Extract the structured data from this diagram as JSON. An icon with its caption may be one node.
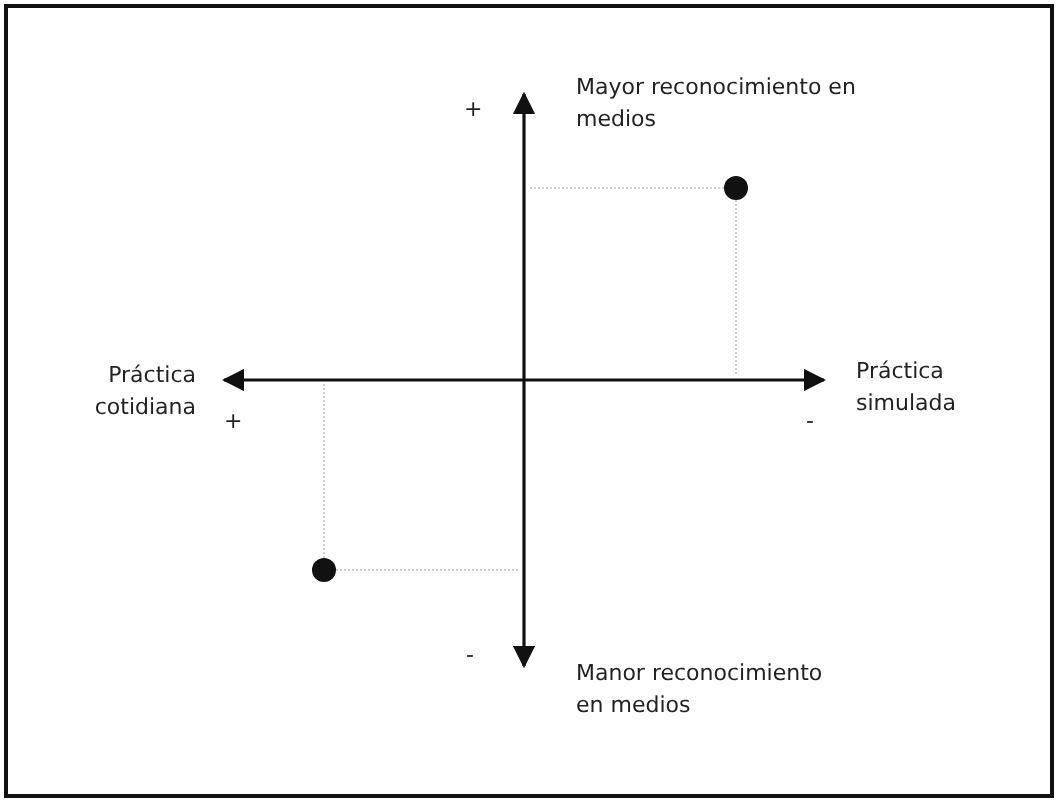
{
  "diagram": {
    "labels": [
      "Mayor reconocimiento en medios",
      "+",
      "Práctica cotidiana",
      "Práctica simulada",
      "+",
      "-",
      "-",
      "Manor reconocimiento en medios"
    ]
  }
}
